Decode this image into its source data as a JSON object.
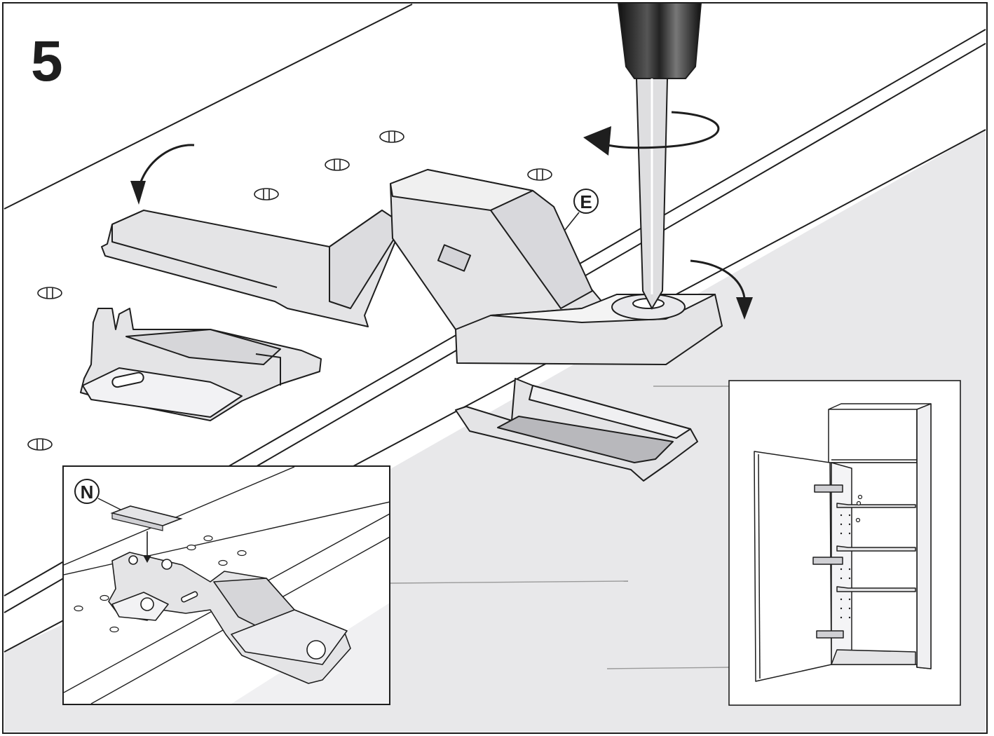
{
  "step": {
    "number": "5"
  },
  "callouts": {
    "hinge_part": "E",
    "cover_cap": "N"
  },
  "colors": {
    "outline": "#1e1e1e",
    "panel_top": "#ffffff",
    "panel_side": "#e8e8ea",
    "part_fill": "#e4e4e6",
    "part_dark": "#c9c9cc",
    "detail_fill": "#f2f2f2",
    "leader": "#9a9a9a"
  },
  "icons": [
    "screwdriver-icon",
    "rotate-arrow-icon",
    "fold-arrow-icon",
    "cabinet-icon"
  ]
}
